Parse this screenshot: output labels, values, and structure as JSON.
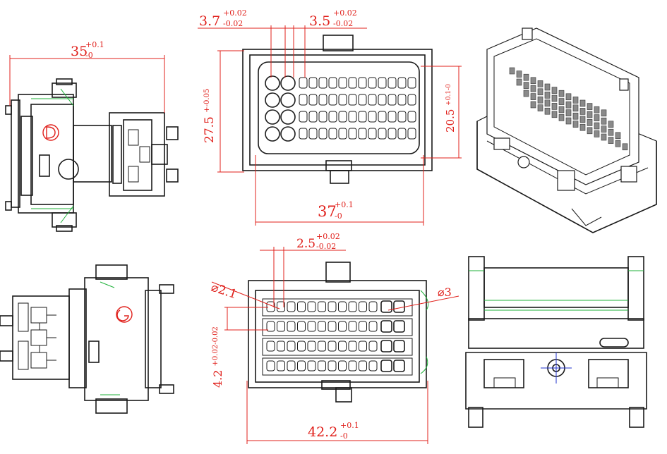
{
  "dimensions": {
    "top_left_width": {
      "base": "35",
      "upper": "+0.1",
      "lower": "-0"
    },
    "front_height": {
      "base": "27.5",
      "tol": "+-0.05"
    },
    "front_width": {
      "base": "37",
      "upper": "+0.1",
      "lower": "-0"
    },
    "front_pitch_large": {
      "base": "3.7",
      "upper": "+0.02",
      "lower": "-0.02"
    },
    "front_pitch_small": {
      "base": "3.5",
      "upper": "+0.02",
      "lower": "-0.02"
    },
    "front_inner_height": {
      "base": "20.5",
      "tol": "+0.1-0"
    },
    "rear_pitch": {
      "base": "2.5",
      "upper": "+0.02",
      "lower": "-0.02"
    },
    "rear_hole_small": "⌀2.1",
    "rear_hole_large": "⌀3",
    "rear_row_pitch": {
      "base": "4.2",
      "tol": "+0.02-0.02"
    },
    "rear_width": {
      "base": "42.2",
      "upper": "+0.1",
      "lower": "-0"
    }
  },
  "colors": {
    "dimension": "#e0201b",
    "outline": "#1a1a1a",
    "hidden": "#1fb23a",
    "center": "#2233cc"
  }
}
